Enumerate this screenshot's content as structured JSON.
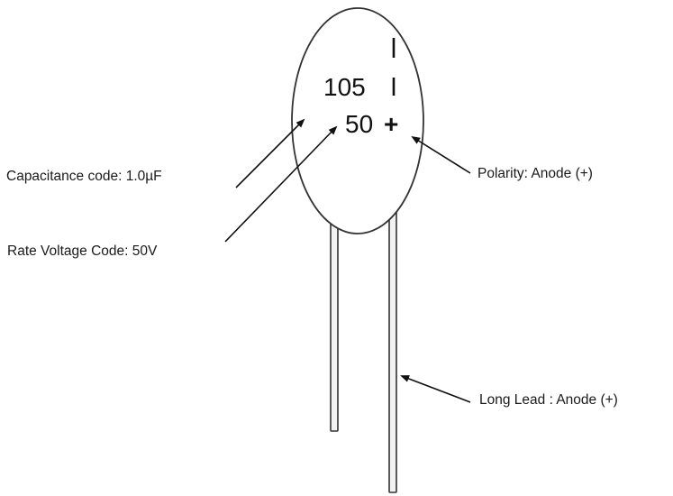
{
  "component": {
    "capacitance_marking": "105",
    "voltage_marking": "50",
    "polarity_symbol": "+"
  },
  "annotations": {
    "capacitance": "Capacitance code: 1.0µF",
    "voltage": "Rate Voltage Code: 50V",
    "polarity": "Polarity: Anode (+)",
    "long_lead": "Long Lead : Anode (+)"
  },
  "colors": {
    "stroke": "#333333",
    "text": "#1a1a1a",
    "lead_fill": "#f2f2f2",
    "body_fill": "#ffffff"
  }
}
